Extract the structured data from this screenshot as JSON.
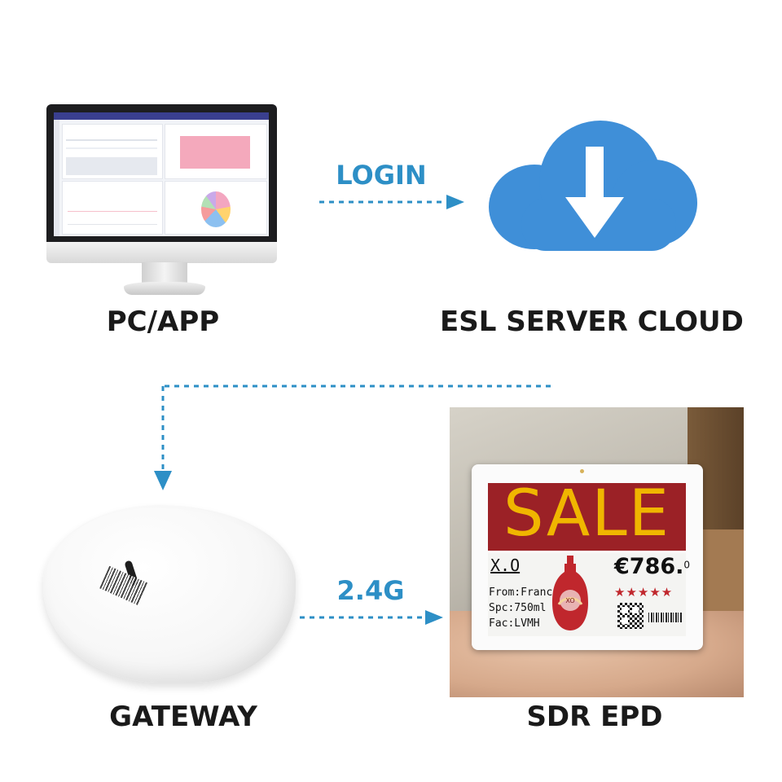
{
  "nodes": {
    "pc": {
      "caption": "PC/APP"
    },
    "cloud": {
      "caption": "ESL SERVER CLOUD"
    },
    "gateway": {
      "caption": "GATEWAY"
    },
    "epd": {
      "caption": "SDR EPD"
    }
  },
  "connectors": {
    "login": {
      "label": "LOGIN"
    },
    "wireless": {
      "label": "2.4G"
    },
    "cloud_to_gateway": {
      "label": ""
    }
  },
  "epd_label": {
    "banner": "SALE",
    "product": "X.O",
    "price": "€786.",
    "price_decimal": "0",
    "origin": "From:France",
    "volume": "Spc:750ml",
    "factory": "Fac:LVMH",
    "rating_stars": "★★★★★"
  },
  "colors": {
    "accent_blue": "#2d8fc6",
    "cloud_blue": "#3f8fd8",
    "epd_red": "#9b2126",
    "epd_yellow": "#f0b600"
  },
  "icons": {
    "cloud": "cloud-download-icon",
    "monitor": "desktop-monitor-icon",
    "gateway": "wireless-gateway-icon"
  }
}
